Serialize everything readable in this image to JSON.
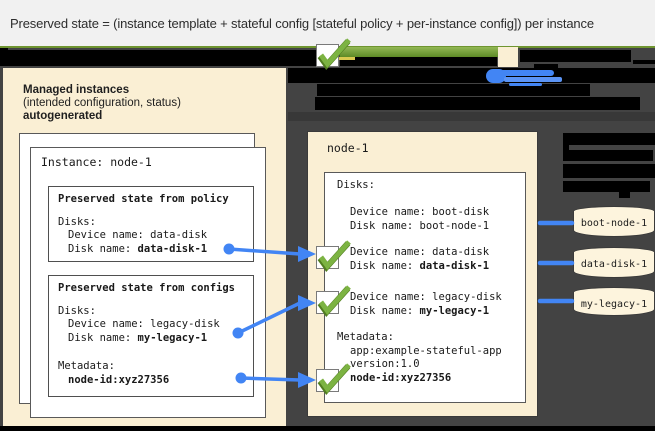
{
  "title": "Preserved state = (instance template + stateful config [stateful policy + per-instance config]) per instance",
  "colors": {
    "background": "#434343",
    "panel_beige": "#faefd4",
    "connector_blue": "#4285f4",
    "check_green": "#7cb342",
    "arrow_green": "#6a9130",
    "title_rule_green": "#6f9530"
  },
  "icons": {
    "checkmark": "check-icon",
    "disk": "database-cylinder-icon"
  },
  "left_panel": {
    "heading_line1": "Managed instances",
    "heading_line2": "(intended configuration, status)",
    "heading_line3": "autogenerated",
    "instance_label": "Instance: node-1",
    "policy_box": {
      "title": "Preserved state from policy",
      "disks_label": "Disks:",
      "device_line": "Device name: data-disk",
      "disk_name_label": "Disk name: ",
      "disk_name_value": "data-disk-1"
    },
    "configs_box": {
      "title": "Preserved state from configs",
      "disks_label": "Disks:",
      "device_line": "Device name: legacy-disk",
      "disk_name_label": "Disk name: ",
      "disk_name_value": "my-legacy-1",
      "metadata_label": "Metadata:",
      "metadata_value": "node-id:xyz27356"
    }
  },
  "vm_panel": {
    "name": "node-1",
    "disks_label": "Disks:",
    "disks": [
      {
        "device_line": "Device name: boot-disk",
        "disk_name_label": "Disk name: ",
        "disk_name_value": "boot-node-1"
      },
      {
        "device_line": "Device name: data-disk",
        "disk_name_label": "Disk name: ",
        "disk_name_value": "data-disk-1"
      },
      {
        "device_line": "Device name: legacy-disk",
        "disk_name_label": "Disk name: ",
        "disk_name_value": "my-legacy-1"
      }
    ],
    "metadata_label": "Metadata:",
    "metadata_line1": "app:example-stateful-app",
    "metadata_line2": "version:1.0",
    "metadata_line3_bold": "node-id:xyz27356"
  },
  "storage_disks": [
    {
      "label": "boot-node-1"
    },
    {
      "label": "data-disk-1"
    },
    {
      "label": "my-legacy-1"
    }
  ]
}
